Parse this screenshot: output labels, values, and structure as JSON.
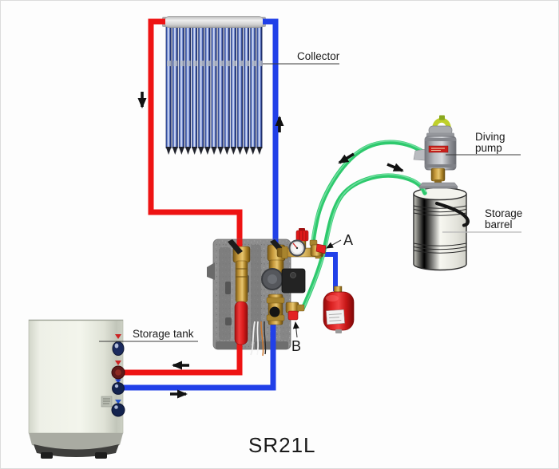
{
  "diagram": {
    "model": "SR21L",
    "labels": {
      "collector": "Collector",
      "diving_pump_line1": "Diving",
      "diving_pump_line2": "pump",
      "storage_barrel_line1": "Storage",
      "storage_barrel_line2": "barrel",
      "storage_tank": "Storage tank",
      "port_a": "A",
      "port_b": "B"
    },
    "colors": {
      "hot-pipe": "#ee1313",
      "cold-pipe": "#2140e8",
      "hose": "#2ec96d",
      "arrow": "#111111",
      "label-text": "#1a1a1a"
    }
  }
}
